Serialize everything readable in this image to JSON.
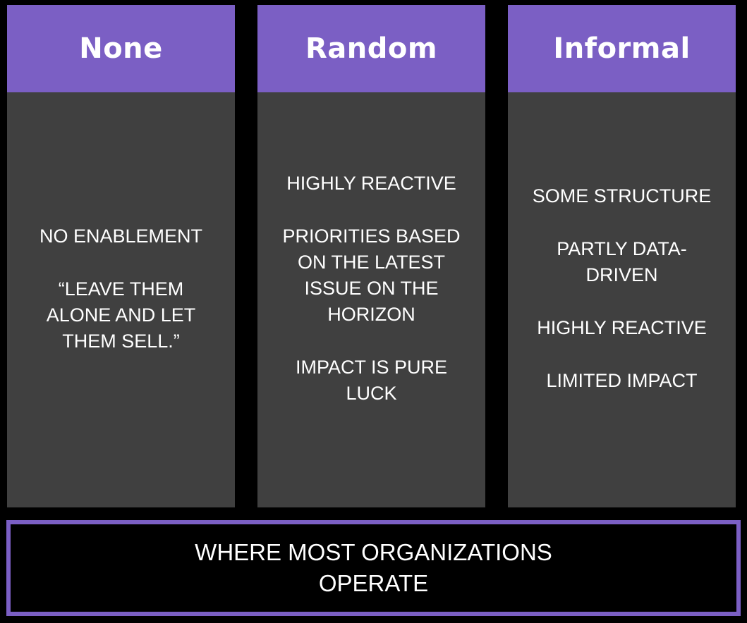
{
  "columns": [
    {
      "title": "None",
      "lines": [
        "NO ENABLEMENT",
        "“LEAVE THEM\nALONE AND LET\nTHEM SELL.”"
      ]
    },
    {
      "title": "Random",
      "lines": [
        "HIGHLY REACTIVE",
        "PRIORITIES BASED\nON THE LATEST\nISSUE ON THE\nHORIZON",
        "IMPACT IS PURE\nLUCK"
      ]
    },
    {
      "title": "Informal",
      "lines": [
        "SOME STRUCTURE",
        "PARTLY DATA-\nDRIVEN",
        "HIGHLY REACTIVE",
        "LIMITED IMPACT"
      ]
    }
  ],
  "footer": {
    "text": "WHERE MOST ORGANIZATIONS\nOPERATE"
  },
  "colors": {
    "header": "#7b5fc4",
    "column_body": "#404040",
    "background": "#000000",
    "text": "#ffffff"
  }
}
